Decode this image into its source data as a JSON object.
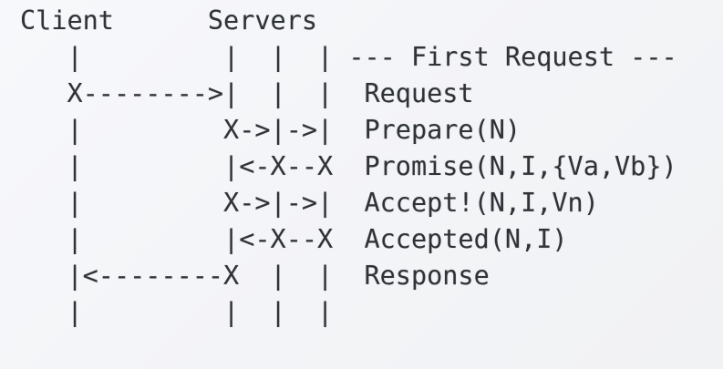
{
  "diagram": {
    "actors": [
      "Client",
      "Servers"
    ],
    "section_label": "--- First Request ---",
    "messages": [
      "Request",
      "Prepare(N)",
      "Promise(N,I,{Va,Vb})",
      "Accept!(N,I,Vn)",
      "Accepted(N,I)",
      "Response"
    ],
    "lines": [
      "Client      Servers",
      "   |         |  |  | --- First Request ---",
      "   X-------->|  |  |  Request",
      "   |         X->|->|  Prepare(N)",
      "   |         |<-X--X  Promise(N,I,{Va,Vb})",
      "   |         X->|->|  Accept!(N,I,Vn)",
      "   |         |<-X--X  Accepted(N,I)",
      "   |<--------X  |  |  Response",
      "   |         |  |  |"
    ],
    "colors": {
      "background": "#f3f4f7",
      "text": "#2f3338"
    }
  }
}
